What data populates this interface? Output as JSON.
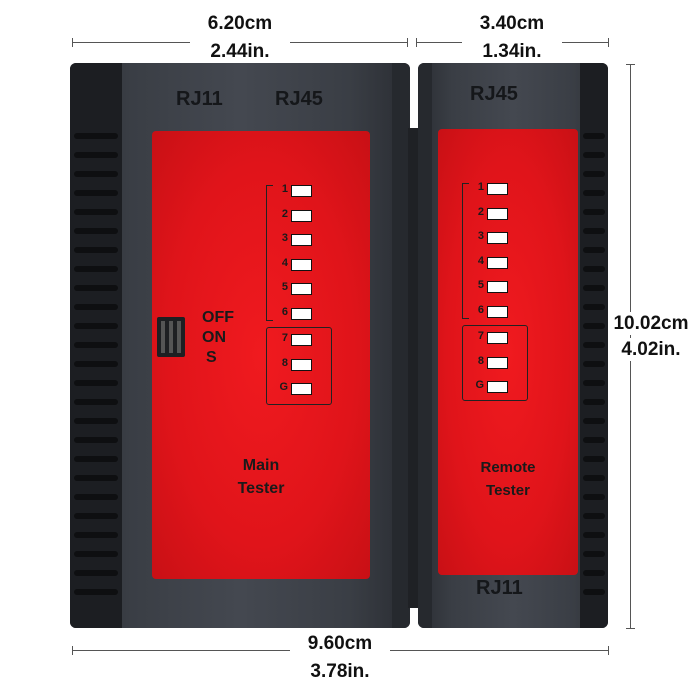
{
  "dimensions": {
    "top_left_cm": "6.20cm",
    "top_left_in": "2.44in.",
    "top_right_cm": "3.40cm",
    "top_right_in": "1.34in.",
    "right_cm": "10.02cm",
    "right_in": "4.02in.",
    "bottom_cm": "9.60cm",
    "bottom_in": "3.78in."
  },
  "main_unit": {
    "port_rj11": "RJ11",
    "port_rj45": "RJ45",
    "switch_off": "OFF",
    "switch_on": "ON",
    "switch_s": "S",
    "name_line1": "Main",
    "name_line2": "Tester",
    "leds": [
      "1",
      "2",
      "3",
      "4",
      "5",
      "6",
      "7",
      "8",
      "G"
    ]
  },
  "remote_unit": {
    "port_top": "RJ45",
    "port_bottom": "RJ11",
    "name_line1": "Remote",
    "name_line2": "Tester",
    "leds": [
      "1",
      "2",
      "3",
      "4",
      "5",
      "6",
      "7",
      "8",
      "G"
    ]
  },
  "colors": {
    "body": "#3a3e45",
    "panel_red": "#e0141a",
    "led_white": "#ffffff"
  }
}
